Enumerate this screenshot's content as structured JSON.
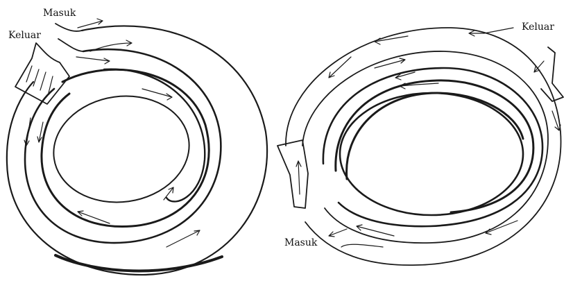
{
  "left_diagram": {
    "label_in": "Masuk",
    "label_out": "Keluar"
  },
  "right_diagram": {
    "label_in": "Masuk",
    "label_out": "Keluar"
  },
  "colors": {
    "ink": "#1a1a1a",
    "background": "#ffffff"
  },
  "icons": [
    "flow-arrow-icon"
  ]
}
